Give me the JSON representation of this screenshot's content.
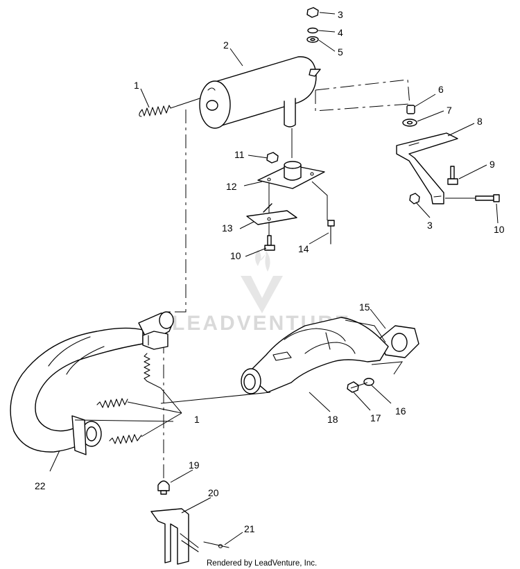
{
  "callouts": {
    "c1a": "1",
    "c2": "2",
    "c3a": "3",
    "c4": "4",
    "c5": "5",
    "c6": "6",
    "c7": "7",
    "c8": "8",
    "c9": "9",
    "c3b": "3",
    "c10a": "10",
    "c11": "11",
    "c12": "12",
    "c13": "13",
    "c14": "14",
    "c10b": "10",
    "c15": "15",
    "c16": "16",
    "c17": "17",
    "c18": "18",
    "c1b": "1",
    "c19": "19",
    "c20": "20",
    "c21": "21",
    "c22": "22"
  },
  "watermark": {
    "text": "LEADVENTURE"
  },
  "credit": {
    "text": "Rendered by LeadVenture, Inc."
  }
}
